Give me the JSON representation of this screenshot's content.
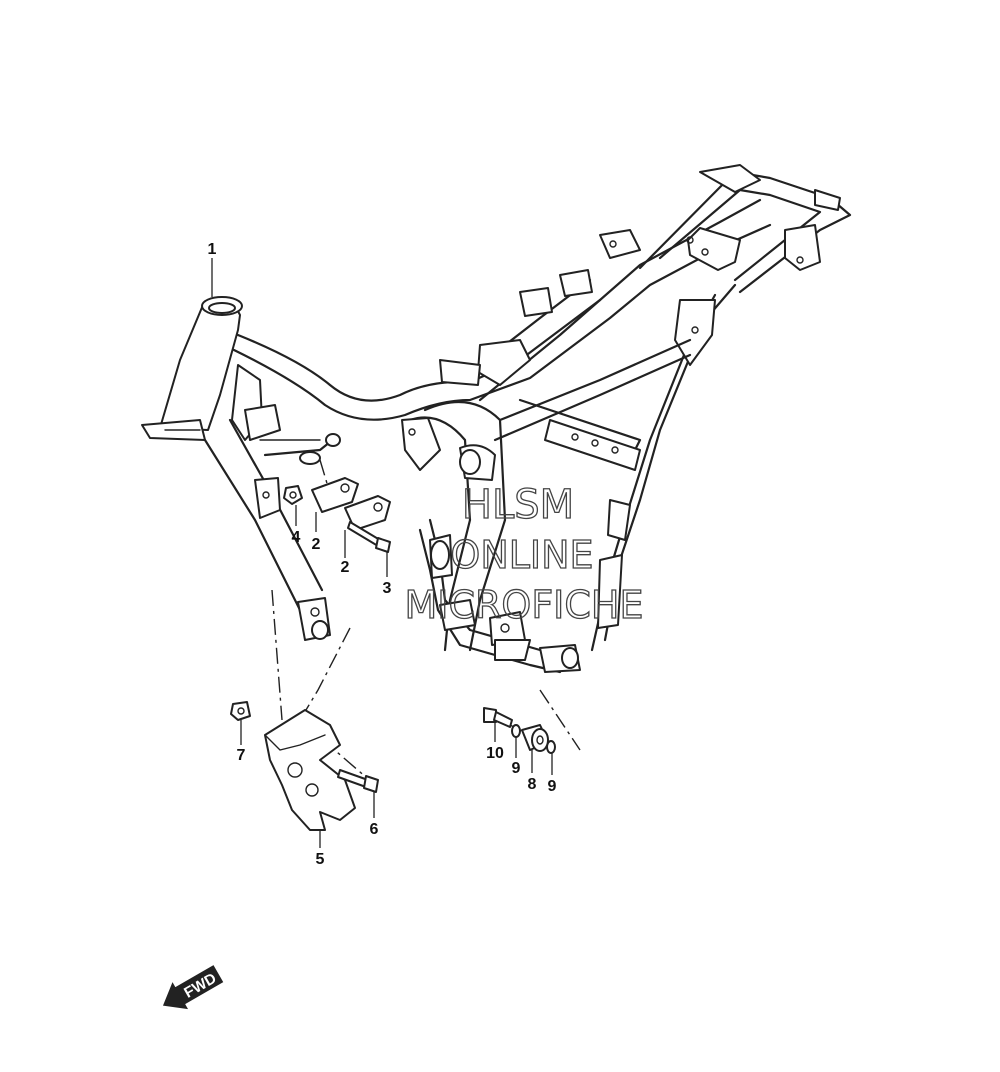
{
  "callouts": [
    {
      "id": "c1",
      "label": "1"
    },
    {
      "id": "c2a",
      "label": "2"
    },
    {
      "id": "c2b",
      "label": "2"
    },
    {
      "id": "c3",
      "label": "3"
    },
    {
      "id": "c4",
      "label": "4"
    },
    {
      "id": "c5",
      "label": "5"
    },
    {
      "id": "c6",
      "label": "6"
    },
    {
      "id": "c7",
      "label": "7"
    },
    {
      "id": "c8",
      "label": "8"
    },
    {
      "id": "c9a",
      "label": "9"
    },
    {
      "id": "c9b",
      "label": "9"
    },
    {
      "id": "c10",
      "label": "10"
    }
  ],
  "watermark": {
    "line1": "HLSM",
    "line2": "ONLINE",
    "line3": "MICROFICHE"
  },
  "direction_indicator": {
    "label": "FWD"
  }
}
